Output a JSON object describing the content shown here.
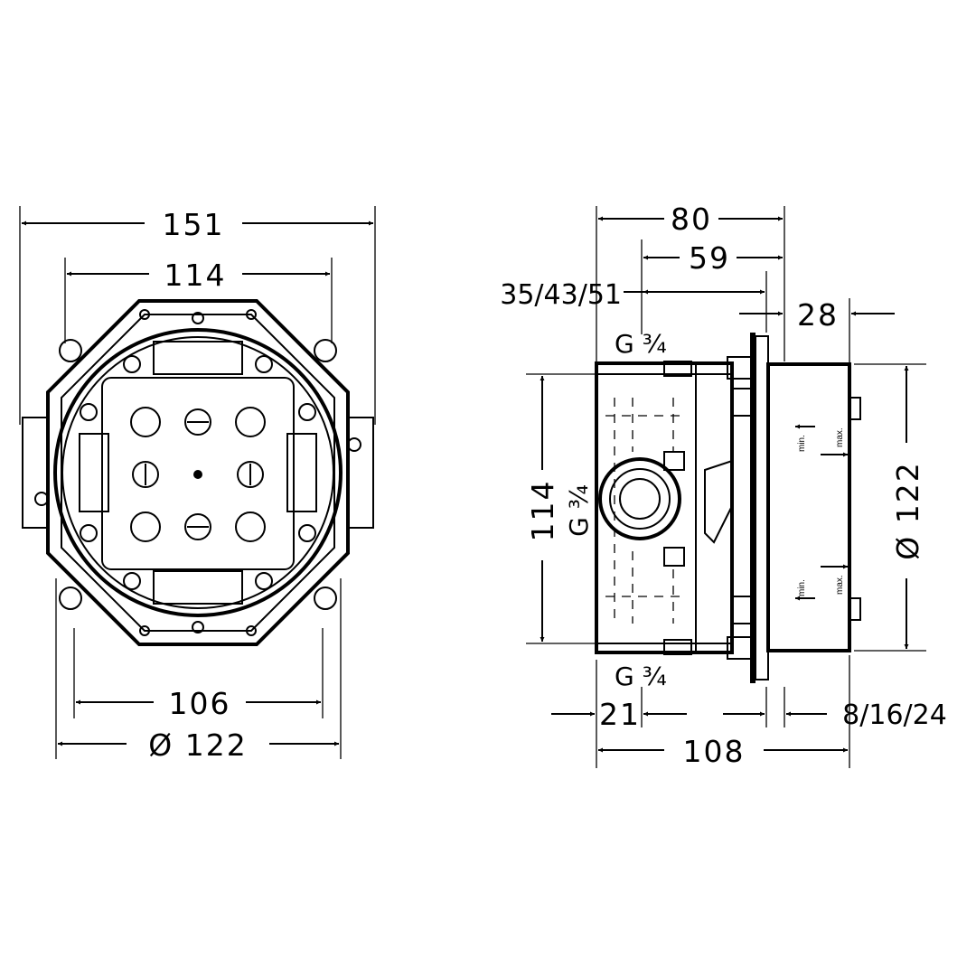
{
  "front_view": {
    "dim_overall_width": "151",
    "dim_inner_width": "114",
    "dim_bolt_spacing": "106",
    "dim_diameter": "Ø 122"
  },
  "side_view": {
    "dim_depth_80": "80",
    "dim_depth_59": "59",
    "dim_adjust_range": "35/43/51",
    "dim_cover": "28",
    "thread_top": "G ¾",
    "thread_middle": "G ¾",
    "thread_bottom": "G ¾",
    "dim_height": "114",
    "dim_diameter": "Ø 122",
    "dim_21": "21",
    "dim_extension": "8/16/24",
    "dim_total_depth": "108",
    "label_min_top": "min.",
    "label_max_top": "max.",
    "label_min_bottom": "min.",
    "label_max_bottom": "max."
  },
  "colors": {
    "line": "#000000",
    "background": "#ffffff"
  }
}
